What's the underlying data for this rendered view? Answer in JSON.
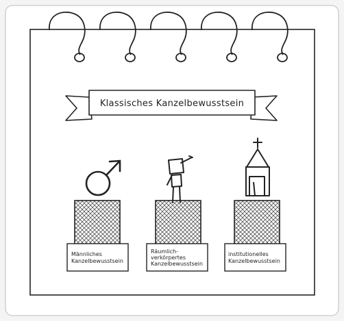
{
  "banner": {
    "title": "Klassisches Kanzelbewusstsein"
  },
  "pedestals": [
    {
      "icon": "male-symbol-icon",
      "label_lines": [
        "Männliches",
        "Kanzelbewusstsein"
      ]
    },
    {
      "icon": "person-figure-icon",
      "label_lines": [
        "Räumlich-",
        "verkörpertes",
        "Kanzelbewusstsein"
      ]
    },
    {
      "icon": "church-icon",
      "label_lines": [
        "institutionelles",
        "Kanzelbewusstsein"
      ]
    }
  ],
  "colors": {
    "ink": "#222222",
    "paper": "#ffffff",
    "frame": "#f4f4f4",
    "hatch": "#666666"
  }
}
